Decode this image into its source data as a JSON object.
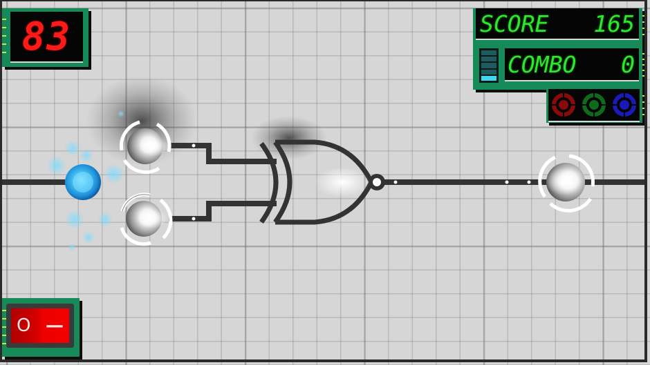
{
  "timer": {
    "value": "83",
    "color": "#ff1a1a"
  },
  "score": {
    "label": "SCORE",
    "value": "165",
    "color": "#2ee62e"
  },
  "combo": {
    "label": "COMBO",
    "value": "0",
    "meter_levels": 5,
    "meter_filled": 1,
    "meter_color": "#3fd7ef"
  },
  "color_selectors": [
    {
      "name": "red",
      "color": "#8a0a0a"
    },
    {
      "name": "green",
      "color": "#0f6a1a"
    },
    {
      "name": "blue",
      "color": "#1a1ab8"
    }
  ],
  "power_switch": {
    "off_symbol": "O",
    "on_symbol": "—",
    "color": "#e00000"
  },
  "circuit": {
    "source_node": {
      "state": "active",
      "color": "#2aa8ee"
    },
    "inputs": [
      {
        "id": "input-1",
        "state": "lit"
      },
      {
        "id": "input-2",
        "state": "lit"
      }
    ],
    "gate": {
      "type": "XNOR"
    },
    "output": {
      "id": "output-1",
      "state": "lit"
    }
  },
  "theme": {
    "pcb": "#178a5a",
    "board": "#d6d6d6",
    "wire": "#333333"
  }
}
